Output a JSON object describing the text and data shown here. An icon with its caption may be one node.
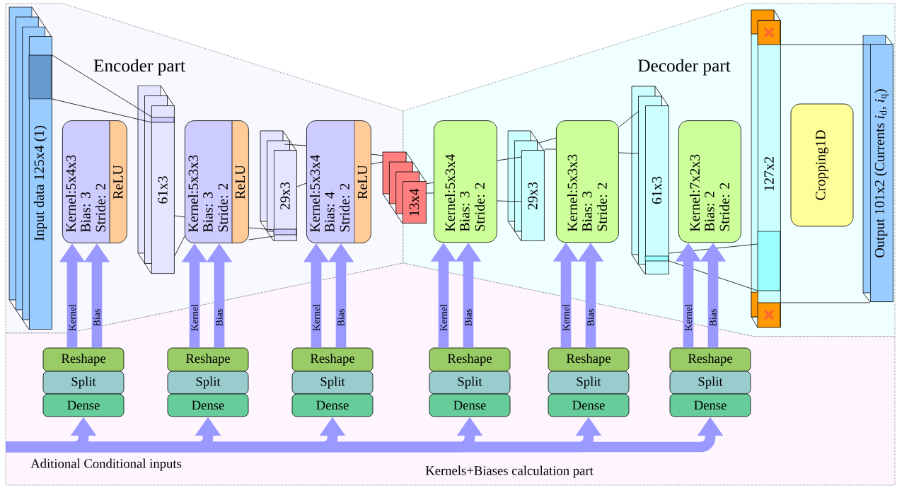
{
  "diagram": {
    "nodes": [
      {
        "text": [
          "Encoder part"
        ]
      },
      {
        "text": [
          "Decoder part"
        ]
      },
      {
        "text": [
          "Kernels+Biases calculation part"
        ]
      },
      {
        "text": [
          "Input data 125x4 (1)"
        ],
        "in": 0
      },
      {
        "text": [
          "Kernel:5x4x3",
          "Bias: 3",
          "Stride: 2",
          "ReLU"
        ],
        "in": 0
      },
      {
        "text": [
          "61x3"
        ],
        "in": 0
      },
      {
        "text": [
          "Kernel:5x3x3",
          "Bias: 3",
          "Stride: 2",
          "ReLU"
        ],
        "in": 0
      },
      {
        "text": [
          "29x3"
        ],
        "in": 0
      },
      {
        "text": [
          "Kernel:5x3x4",
          "Bias: 4",
          "Stride: 2",
          "ReLU"
        ],
        "in": 0
      },
      {
        "text": [
          "13x4"
        ]
      },
      {
        "text": [
          "Kernel:5x3x4",
          "Bias: 3",
          "Stride: 2"
        ],
        "in": 1
      },
      {
        "text": [
          "29x3"
        ],
        "in": 1
      },
      {
        "text": [
          "Kernel:5x3x3",
          "Bias: 3",
          "Stride: 2"
        ],
        "in": 1
      },
      {
        "text": [
          "61x3"
        ],
        "in": 1
      },
      {
        "text": [
          "Kernel:7x2x3",
          "Bias: 2",
          "Stride: 2"
        ],
        "in": 1
      },
      {
        "text": [
          "127x2"
        ],
        "in": 1
      },
      {
        "text": [
          "Cropping1D"
        ],
        "in": 1
      },
      {
        "text": [
          "Output 101x2 (Currents *i*$_{d}$, *i*$_{q}$)"
        ],
        "in": 1
      },
      {
        "text": [
          "Reshape"
        ],
        "in": 2
      },
      {
        "text": [
          "Split"
        ],
        "in": 2
      },
      {
        "text": [
          "Dense"
        ],
        "in": 2
      },
      {
        "text": [
          "Reshape"
        ],
        "in": 2
      },
      {
        "text": [
          "Split"
        ],
        "in": 2
      },
      {
        "text": [
          "Dense"
        ],
        "in": 2
      },
      {
        "text": [
          "Reshape"
        ],
        "in": 2
      },
      {
        "text": [
          "Split"
        ],
        "in": 2
      },
      {
        "text": [
          "Dense"
        ],
        "in": 2
      },
      {
        "text": [
          "Reshape"
        ],
        "in": 2
      },
      {
        "text": [
          "Split"
        ],
        "in": 2
      },
      {
        "text": [
          "Dense"
        ],
        "in": 2
      },
      {
        "text": [
          "Reshape"
        ],
        "in": 2
      },
      {
        "text": [
          "Split"
        ],
        "in": 2
      },
      {
        "text": [
          "Dense"
        ],
        "in": 2
      },
      {
        "text": [
          "Reshape"
        ],
        "in": 2
      },
      {
        "text": [
          "Split"
        ],
        "in": 2
      },
      {
        "text": [
          "Dense"
        ],
        "in": 2
      }
    ],
    "edges": [
      {
        "from": 3,
        "to": 5,
        "arrow": "none",
        "color": "#000000"
      },
      {
        "from": 3,
        "to": 5,
        "arrow": "none",
        "color": "#000000"
      },
      {
        "from": 5,
        "to": 6,
        "arrow": "none",
        "color": "#000000"
      },
      {
        "from": 5,
        "to": 6,
        "arrow": "none",
        "color": "#000000"
      },
      {
        "from": 6,
        "to": 7,
        "arrow": "none",
        "color": "#000000"
      },
      {
        "from": 6,
        "to": 7,
        "arrow": "none",
        "color": "#000000"
      },
      {
        "from": 7,
        "to": 8,
        "arrow": "none",
        "color": "#000000"
      },
      {
        "from": 7,
        "to": 8,
        "arrow": "none",
        "color": "#000000"
      },
      {
        "from": 8,
        "to": 9,
        "arrow": "none",
        "color": "#000000"
      },
      {
        "from": 8,
        "to": 9,
        "arrow": "none",
        "color": "#000000"
      },
      {
        "from": 9,
        "to": 10,
        "arrow": "none",
        "color": "#000000"
      },
      {
        "from": 9,
        "to": 10,
        "arrow": "none",
        "color": "#000000"
      },
      {
        "from": 10,
        "to": 11,
        "arrow": "none",
        "color": "#000000"
      },
      {
        "from": 10,
        "to": 11,
        "arrow": "none",
        "color": "#000000"
      },
      {
        "from": 11,
        "to": 12,
        "arrow": "none",
        "color": "#000000"
      },
      {
        "from": 11,
        "to": 12,
        "arrow": "none",
        "color": "#000000"
      },
      {
        "from": 12,
        "to": 13,
        "arrow": "none",
        "color": "#000000"
      },
      {
        "from": 12,
        "to": 13,
        "arrow": "none",
        "color": "#000000"
      },
      {
        "from": 13,
        "to": 15,
        "arrow": "none",
        "color": "#000000"
      },
      {
        "from": 13,
        "to": 15,
        "arrow": "none",
        "color": "#000000"
      },
      {
        "from": 15,
        "to": 17,
        "arrow": "none",
        "color": "#000000"
      },
      {
        "from": 15,
        "to": 17,
        "arrow": "none",
        "color": "#000000"
      },
      {
        "from": 18,
        "to": 4,
        "arrow": "to",
        "label": "Kernel",
        "style": "thick",
        "color": "#9999ff"
      },
      {
        "from": 18,
        "to": 4,
        "arrow": "to",
        "label": "Bias",
        "style": "thick",
        "color": "#9999ff"
      },
      {
        "from": 21,
        "to": 6,
        "arrow": "to",
        "label": "Kernel",
        "style": "thick",
        "color": "#9999ff"
      },
      {
        "from": 21,
        "to": 6,
        "arrow": "to",
        "label": "Bias",
        "style": "thick",
        "color": "#9999ff"
      },
      {
        "from": 24,
        "to": 8,
        "arrow": "to",
        "label": "Kernel",
        "style": "thick",
        "color": "#9999ff"
      },
      {
        "from": 24,
        "to": 8,
        "arrow": "to",
        "label": "Bias",
        "style": "thick",
        "color": "#9999ff"
      },
      {
        "from": 27,
        "to": 10,
        "arrow": "to",
        "label": "Kernel",
        "style": "thick",
        "color": "#9999ff"
      },
      {
        "from": 27,
        "to": 10,
        "arrow": "to",
        "label": "Bias",
        "style": "thick",
        "color": "#9999ff"
      },
      {
        "from": 30,
        "to": 12,
        "arrow": "to",
        "label": "Kernel",
        "style": "thick",
        "color": "#9999ff"
      },
      {
        "from": 30,
        "to": 12,
        "arrow": "to",
        "label": "Bias",
        "style": "thick",
        "color": "#9999ff"
      },
      {
        "from": 33,
        "to": 14,
        "arrow": "to",
        "label": "Kernel",
        "style": "thick",
        "color": "#9999ff"
      },
      {
        "from": 33,
        "to": 14,
        "arrow": "to",
        "label": "Bias",
        "style": "thick",
        "color": "#9999ff"
      },
      {
        "from": null,
        "to": 20,
        "arrow": "to",
        "style": "thick",
        "color": "#9999ff"
      },
      {
        "from": null,
        "to": 23,
        "arrow": "to",
        "style": "thick",
        "color": "#9999ff"
      },
      {
        "from": null,
        "to": 26,
        "arrow": "to",
        "style": "thick",
        "color": "#9999ff"
      },
      {
        "from": null,
        "to": 29,
        "arrow": "to",
        "style": "thick",
        "color": "#9999ff"
      },
      {
        "from": null,
        "to": 32,
        "arrow": "to",
        "style": "thick",
        "color": "#9999ff"
      },
      {
        "from": null,
        "to": 35,
        "arrow": "to",
        "style": "thick",
        "color": "#9999ff"
      }
    ],
    "labels": [
      "Aditional Conditional inputs"
    ]
  }
}
